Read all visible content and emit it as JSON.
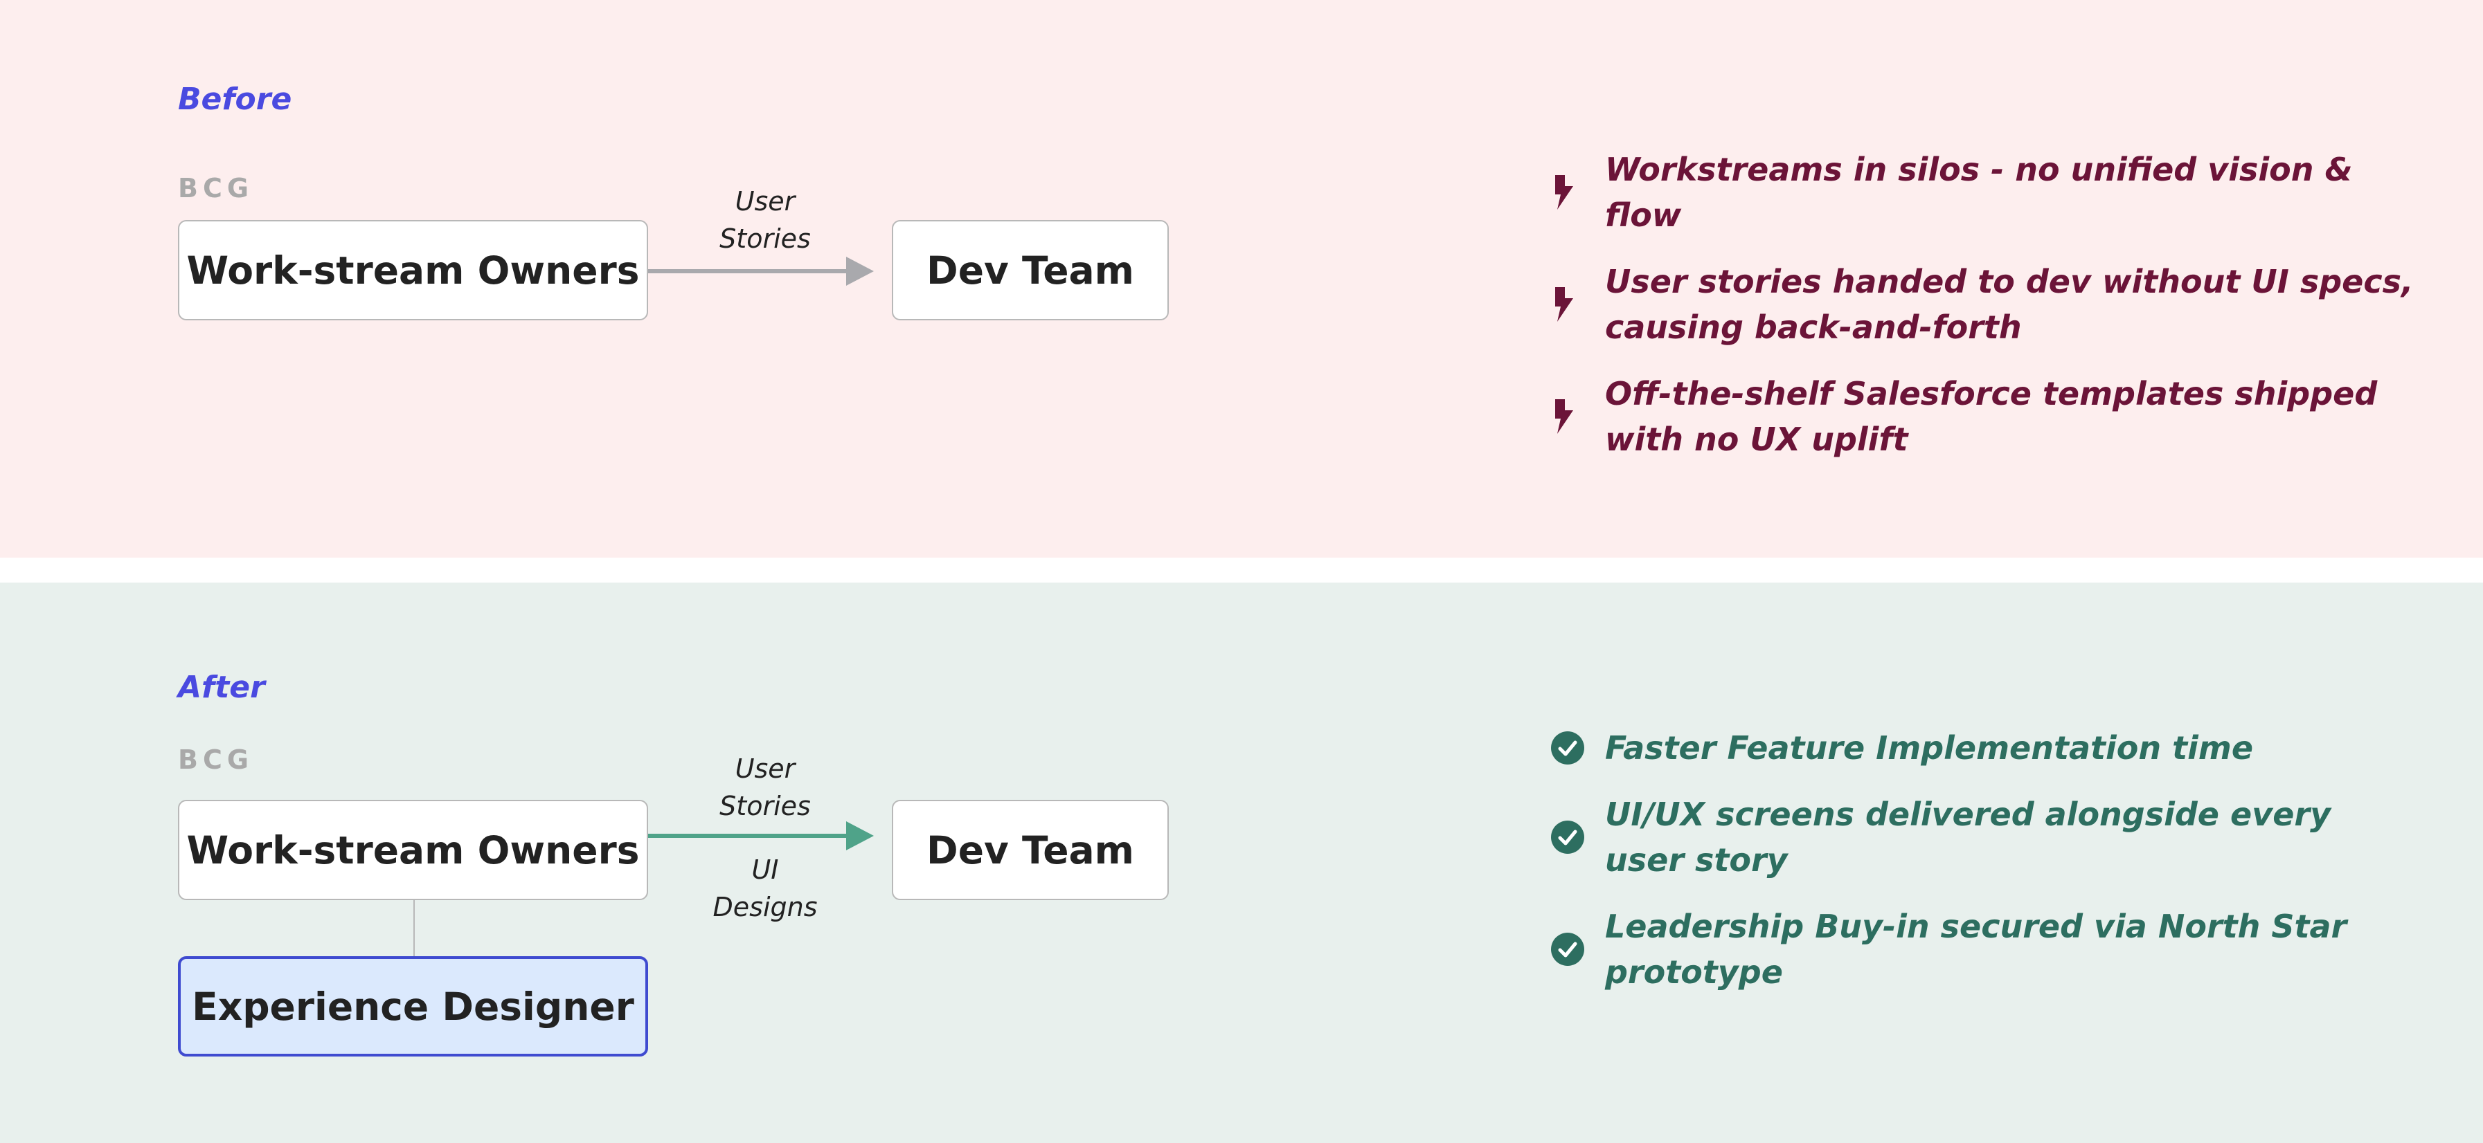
{
  "colors": {
    "before_bg": "#fdeeee",
    "after_bg": "#e8f0ed",
    "section_title": "#4a4ae0",
    "pain_point_text": "#6b1438",
    "benefit_text": "#2d6e60",
    "before_arrow": "#a9a9ad",
    "after_arrow": "#4fa389",
    "highlight_node_fill": "#dbe9fd",
    "highlight_node_border": "#3f4bd0"
  },
  "before": {
    "title": "Before",
    "org_label": "BCG",
    "nodes": {
      "source": "Work-stream Owners",
      "target": "Dev Team"
    },
    "edge": {
      "above": [
        "User",
        "Stories"
      ]
    },
    "points": [
      {
        "icon": "lightning-bolt-icon",
        "text": "Workstreams in silos - no unified vision & flow"
      },
      {
        "icon": "lightning-bolt-icon",
        "text": "User stories handed to dev without UI specs, causing back-and-forth"
      },
      {
        "icon": "lightning-bolt-icon",
        "text": "Off-the-shelf Salesforce templates shipped with no UX uplift"
      }
    ]
  },
  "after": {
    "title": "After",
    "org_label": "BCG",
    "nodes": {
      "source": "Work-stream Owners",
      "target": "Dev Team",
      "added": "Experience Designer"
    },
    "edge": {
      "above": [
        "User",
        "Stories"
      ],
      "below": [
        "UI",
        "Designs"
      ]
    },
    "points": [
      {
        "icon": "check-circle-icon",
        "text": "Faster Feature Implementation time"
      },
      {
        "icon": "check-circle-icon",
        "text": "UI/UX screens delivered alongside every user story"
      },
      {
        "icon": "check-circle-icon",
        "text": "Leadership Buy-in secured via North Star prototype"
      }
    ]
  }
}
